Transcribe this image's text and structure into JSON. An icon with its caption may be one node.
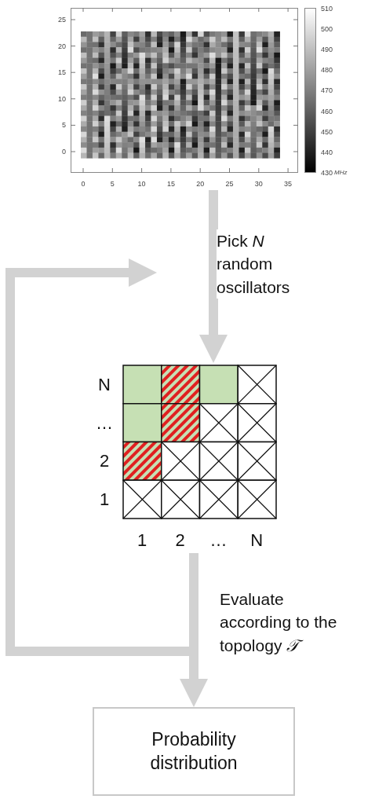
{
  "diagram": {
    "nodes": [
      {
        "text": [],
        "shape": "picture"
      },
      {
        "text": [],
        "shape": "picture"
      },
      {
        "text": [
          "Probability distribution"
        ]
      }
    ],
    "edges": [
      {
        "from": 0,
        "to": 1,
        "arrow": "to",
        "label": "Pick *N* random oscillators"
      },
      {
        "from": 1,
        "to": 2,
        "arrow": "to",
        "label": "Evaluate according to the topology *𝒯*"
      },
      {
        "from": 1,
        "to": null,
        "arrow": "to"
      }
    ],
    "labels": [
      "25",
      "20",
      "15",
      "10",
      "5",
      "0",
      "0",
      "5",
      "10",
      "15",
      "20",
      "25",
      "30",
      "35",
      "510",
      "500",
      "490",
      "480",
      "470",
      "460",
      "450",
      "440",
      "430",
      "MHz",
      "N",
      "…",
      "2",
      "1",
      "1",
      "2",
      "…",
      "N"
    ]
  }
}
